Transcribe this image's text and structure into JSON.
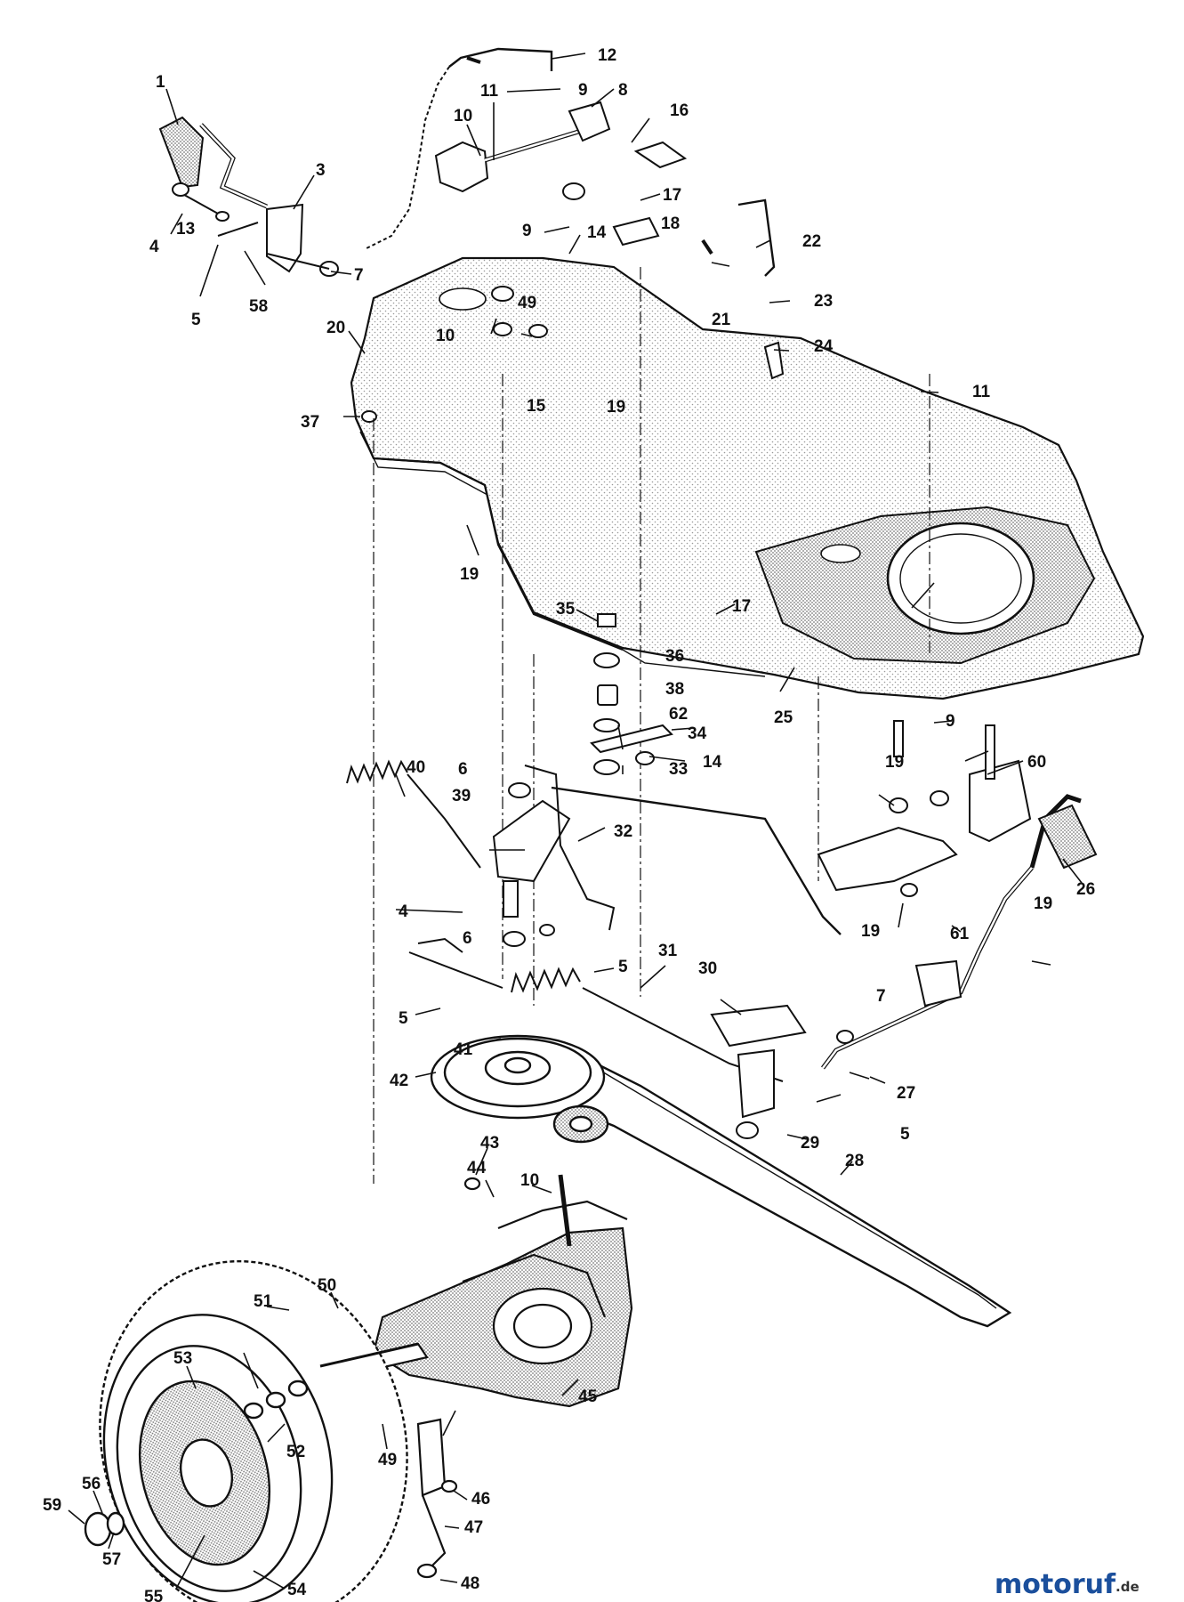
{
  "parts": [
    {
      "id": "p1",
      "label": "1"
    },
    {
      "id": "p3",
      "label": "3"
    },
    {
      "id": "p4a",
      "label": "4"
    },
    {
      "id": "p4b",
      "label": "4"
    },
    {
      "id": "p5a",
      "label": "5"
    },
    {
      "id": "p5b",
      "label": "5"
    },
    {
      "id": "p5c",
      "label": "5"
    },
    {
      "id": "p5d",
      "label": "5"
    },
    {
      "id": "p6a",
      "label": "6"
    },
    {
      "id": "p6b",
      "label": "6"
    },
    {
      "id": "p7a",
      "label": "7"
    },
    {
      "id": "p7b",
      "label": "7"
    },
    {
      "id": "p8",
      "label": "8"
    },
    {
      "id": "p9a",
      "label": "9"
    },
    {
      "id": "p9b",
      "label": "9"
    },
    {
      "id": "p9c",
      "label": "9"
    },
    {
      "id": "p10a",
      "label": "10"
    },
    {
      "id": "p10b",
      "label": "10"
    },
    {
      "id": "p10c",
      "label": "10"
    },
    {
      "id": "p11a",
      "label": "11"
    },
    {
      "id": "p11b",
      "label": "11"
    },
    {
      "id": "p12",
      "label": "12"
    },
    {
      "id": "p13",
      "label": "13"
    },
    {
      "id": "p14a",
      "label": "14"
    },
    {
      "id": "p14b",
      "label": "14"
    },
    {
      "id": "p15",
      "label": "15"
    },
    {
      "id": "p16",
      "label": "16"
    },
    {
      "id": "p17a",
      "label": "17"
    },
    {
      "id": "p17b",
      "label": "17"
    },
    {
      "id": "p18",
      "label": "18"
    },
    {
      "id": "p19a",
      "label": "19"
    },
    {
      "id": "p19b",
      "label": "19"
    },
    {
      "id": "p19c",
      "label": "19"
    },
    {
      "id": "p19d",
      "label": "19"
    },
    {
      "id": "p19e",
      "label": "19"
    },
    {
      "id": "p20",
      "label": "20"
    },
    {
      "id": "p21",
      "label": "21"
    },
    {
      "id": "p22",
      "label": "22"
    },
    {
      "id": "p23",
      "label": "23"
    },
    {
      "id": "p24",
      "label": "24"
    },
    {
      "id": "p25",
      "label": "25"
    },
    {
      "id": "p26",
      "label": "26"
    },
    {
      "id": "p27",
      "label": "27"
    },
    {
      "id": "p28",
      "label": "28"
    },
    {
      "id": "p29",
      "label": "29"
    },
    {
      "id": "p30",
      "label": "30"
    },
    {
      "id": "p31",
      "label": "31"
    },
    {
      "id": "p32",
      "label": "32"
    },
    {
      "id": "p33",
      "label": "33"
    },
    {
      "id": "p34",
      "label": "34"
    },
    {
      "id": "p35",
      "label": "35"
    },
    {
      "id": "p36",
      "label": "36"
    },
    {
      "id": "p37",
      "label": "37"
    },
    {
      "id": "p38",
      "label": "38"
    },
    {
      "id": "p39",
      "label": "39"
    },
    {
      "id": "p40",
      "label": "40"
    },
    {
      "id": "p41",
      "label": "41"
    },
    {
      "id": "p42",
      "label": "42"
    },
    {
      "id": "p43",
      "label": "43"
    },
    {
      "id": "p44",
      "label": "44"
    },
    {
      "id": "p45",
      "label": "45"
    },
    {
      "id": "p46",
      "label": "46"
    },
    {
      "id": "p47",
      "label": "47"
    },
    {
      "id": "p48",
      "label": "48"
    },
    {
      "id": "p49a",
      "label": "49"
    },
    {
      "id": "p49b",
      "label": "49"
    },
    {
      "id": "p50",
      "label": "50"
    },
    {
      "id": "p51",
      "label": "51"
    },
    {
      "id": "p52",
      "label": "52"
    },
    {
      "id": "p53",
      "label": "53"
    },
    {
      "id": "p54",
      "label": "54"
    },
    {
      "id": "p55",
      "label": "55"
    },
    {
      "id": "p56",
      "label": "56"
    },
    {
      "id": "p57",
      "label": "57"
    },
    {
      "id": "p58",
      "label": "58"
    },
    {
      "id": "p59",
      "label": "59"
    },
    {
      "id": "p60",
      "label": "60"
    },
    {
      "id": "p61",
      "label": "61"
    },
    {
      "id": "p62",
      "label": "62"
    }
  ],
  "watermark": {
    "brand_main": "motoruf",
    "brand_suffix": ".de",
    "color_main": "#1b4f9c",
    "color_accent": "#e8891c"
  }
}
